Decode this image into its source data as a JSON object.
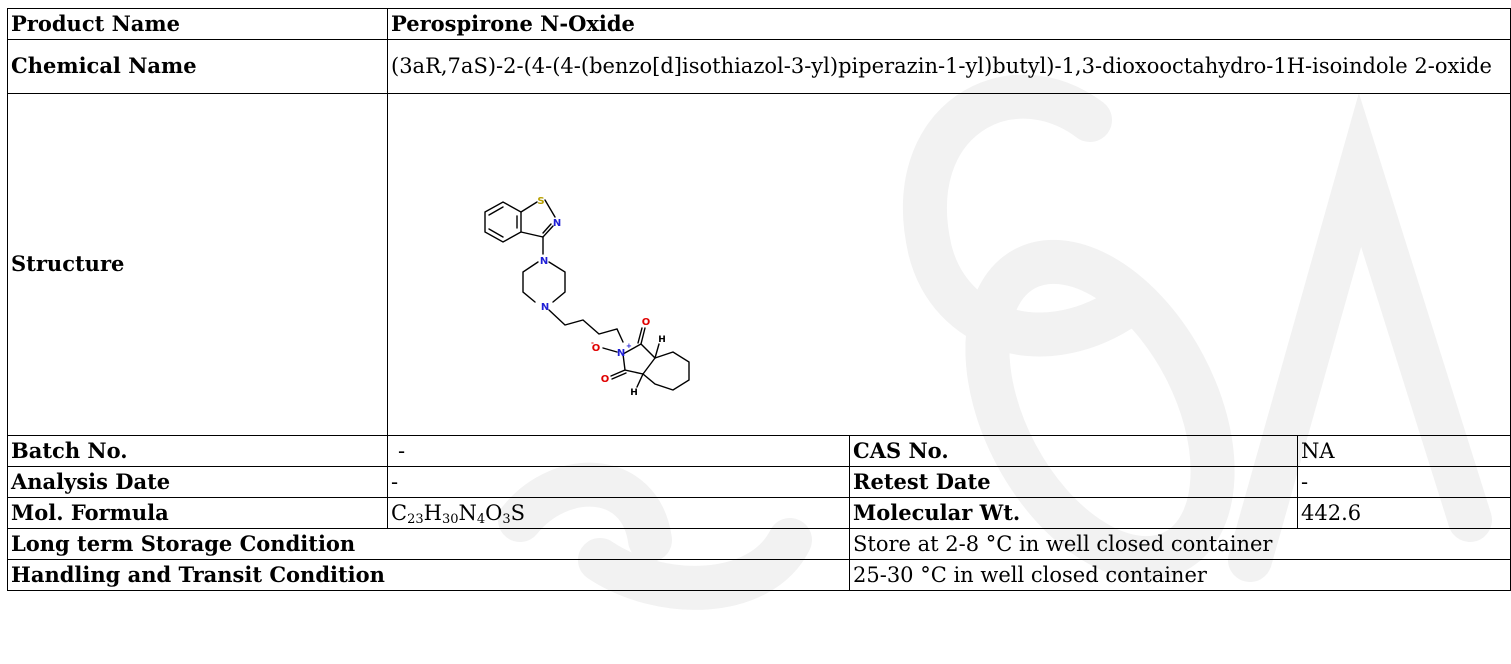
{
  "labels": {
    "product_name": "Product Name",
    "chemical_name": "Chemical Name",
    "structure": "Structure",
    "batch_no": "Batch No.",
    "cas_no": "CAS No.",
    "analysis_date": "Analysis Date",
    "retest_date": "Retest Date",
    "mol_formula": "Mol. Formula",
    "molecular_wt": "Molecular Wt.",
    "storage": "Long term Storage Condition",
    "handling": "Handling and Transit Condition"
  },
  "values": {
    "product_name": "Perospirone N-Oxide",
    "chemical_name": "(3aR,7aS)-2-(4-(4-(benzo[d]isothiazol-3-yl)piperazin-1-yl)butyl)-1,3-dioxooctahydro-1H-isoindole 2-oxide",
    "batch_no": "-",
    "cas_no": "NA",
    "analysis_date": "-",
    "retest_date": "-",
    "formula": {
      "c": "C",
      "c_n": "23",
      "h": "H",
      "h_n": "30",
      "n": "N",
      "n_n": "4",
      "o": "O",
      "o_n": "3",
      "s": "S"
    },
    "molecular_wt": "442.6",
    "storage": "Store at 2-8 °C in well closed container",
    "handling": "25-30 °C in well closed container"
  },
  "structure_atoms": {
    "s": "S",
    "n_ring": "N",
    "n_pip1": "N",
    "n_pip2": "N",
    "o_minus": "O",
    "n_plus": "N",
    "o_top": "O",
    "o_bottom": "O",
    "h_top": "H",
    "h_bottom": "H"
  },
  "colors": {
    "border": "#000000",
    "heteroatom_n": "#1f1fd6",
    "heteroatom_o": "#e00000",
    "heteroatom_s": "#b8a000",
    "watermark": "#f3f3f3"
  }
}
